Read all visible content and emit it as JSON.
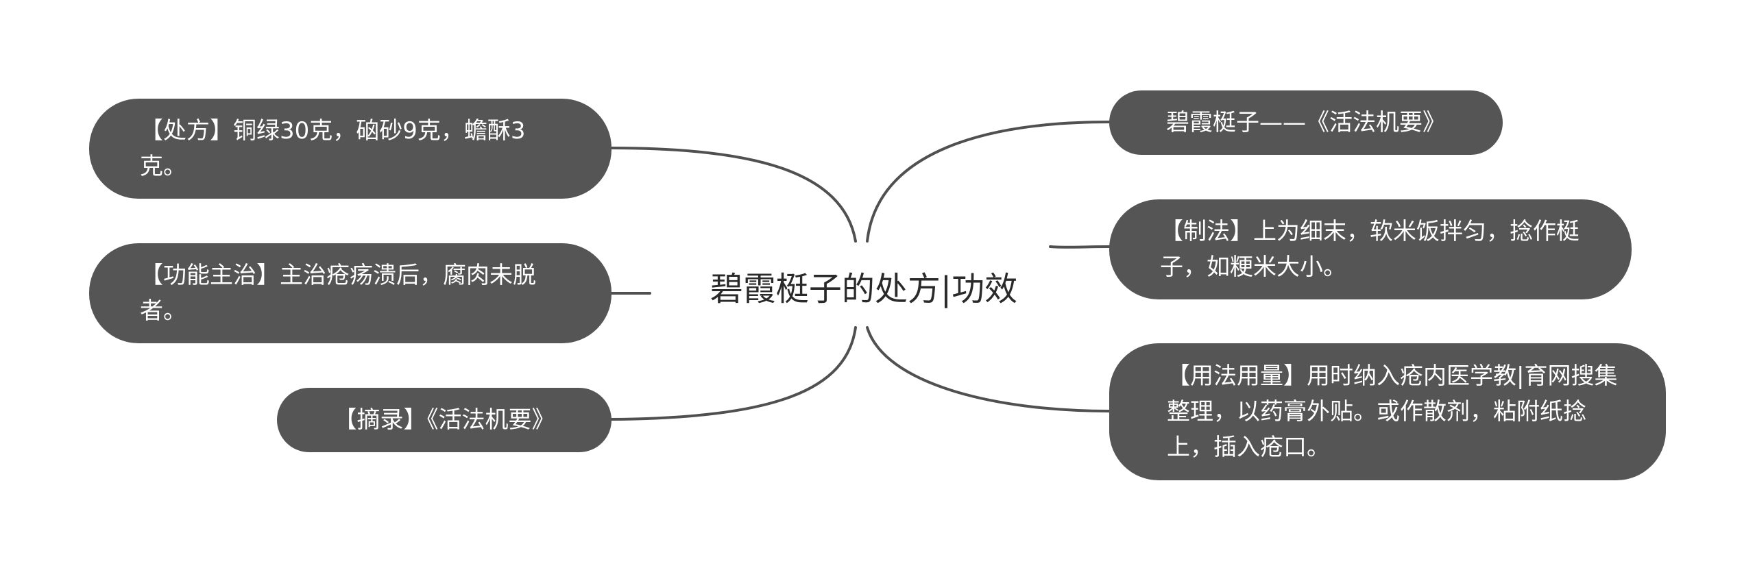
{
  "mindmap": {
    "center": "碧霞梃子的处方|功效",
    "left": [
      {
        "id": "recipe",
        "text": "【处方】铜绿30克，硇砂9克，蟾酥3克。"
      },
      {
        "id": "function",
        "text": "【功能主治】主治疮疡溃后，腐肉未脱者。"
      },
      {
        "id": "excerpt",
        "text": "【摘录】《活法机要》"
      }
    ],
    "right": [
      {
        "id": "title",
        "text": "碧霞梃子——《活法机要》"
      },
      {
        "id": "method",
        "text": "【制法】上为细末，软米饭拌匀，捻作梃子，如粳米大小。"
      },
      {
        "id": "usage",
        "text": "【用法用量】用时纳入疮内医学教|育网搜集整理，以药膏外贴。或作散剂，粘附纸捻上，插入疮口。"
      }
    ]
  },
  "colors": {
    "node_fill": "#555555",
    "node_text": "#ffffff",
    "connector": "#505050",
    "center_text": "#2a2a2a",
    "background": "#ffffff"
  }
}
